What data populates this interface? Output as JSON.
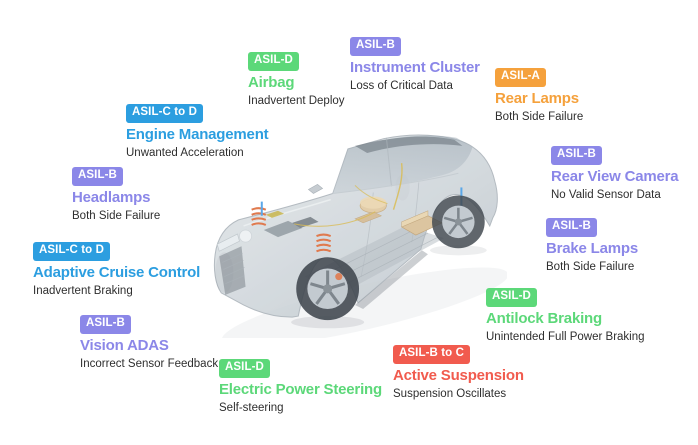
{
  "colors": {
    "green": "#5CD879",
    "purple": "#8B87E8",
    "blue": "#2C9EE0",
    "orange": "#F5A13C",
    "red": "#F15B4E",
    "badge_text": "#FFFFFF",
    "subtitle_text": "#2E2E2E",
    "background": "#FFFFFF"
  },
  "car_illustration": "transparent-cutaway-suv-icon",
  "labels": [
    {
      "id": "airbag",
      "badge": "ASIL-D",
      "title": "Airbag",
      "subtitle": "Inadvertent Deploy",
      "color": "green"
    },
    {
      "id": "instrument-cluster",
      "badge": "ASIL-B",
      "title": "Instrument Cluster",
      "subtitle": "Loss of Critical Data",
      "color": "purple"
    },
    {
      "id": "rear-lamps",
      "badge": "ASIL-A",
      "title": "Rear Lamps",
      "subtitle": "Both Side Failure",
      "color": "orange"
    },
    {
      "id": "engine-management",
      "badge": "ASIL-C to D",
      "title": "Engine Management",
      "subtitle": "Unwanted Acceleration",
      "color": "blue"
    },
    {
      "id": "headlamps",
      "badge": "ASIL-B",
      "title": "Headlamps",
      "subtitle": "Both Side Failure",
      "color": "purple"
    },
    {
      "id": "rear-view-camera",
      "badge": "ASIL-B",
      "title": "Rear View Camera",
      "subtitle": "No Valid Sensor Data",
      "color": "purple"
    },
    {
      "id": "adaptive-cruise-control",
      "badge": "ASIL-C to D",
      "title": "Adaptive Cruise Control",
      "subtitle": "Inadvertent Braking",
      "color": "blue"
    },
    {
      "id": "brake-lamps",
      "badge": "ASIL-B",
      "title": "Brake Lamps",
      "subtitle": "Both Side Failure",
      "color": "purple"
    },
    {
      "id": "vision-adas",
      "badge": "ASIL-B",
      "title": "Vision ADAS",
      "subtitle": "Incorrect Sensor Feedback",
      "color": "purple"
    },
    {
      "id": "antilock-braking",
      "badge": "ASIL-D",
      "title": "Antilock Braking",
      "subtitle": "Unintended Full Power Braking",
      "color": "green"
    },
    {
      "id": "electric-power-steering",
      "badge": "ASIL-D",
      "title": "Electric Power Steering",
      "subtitle": "Self-steering",
      "color": "green"
    },
    {
      "id": "active-suspension",
      "badge": "ASIL-B to C",
      "title": "Active Suspension",
      "subtitle": "Suspension Oscillates",
      "color": "red"
    }
  ]
}
